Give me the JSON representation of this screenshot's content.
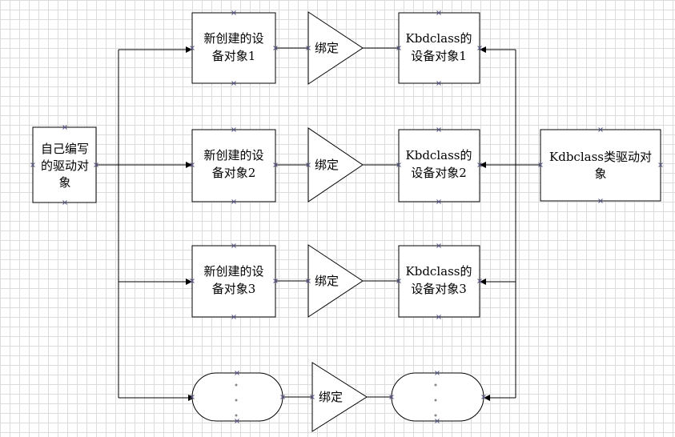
{
  "diagram": {
    "source_object": {
      "lines": [
        "自己编写",
        "的驱动对",
        "象"
      ]
    },
    "new_devices": [
      {
        "lines": [
          "新创建的设",
          "备对象1"
        ]
      },
      {
        "lines": [
          "新创建的设",
          "备对象2"
        ]
      },
      {
        "lines": [
          "新创建的设",
          "备对象3"
        ]
      }
    ],
    "bind_labels": [
      "绑定",
      "绑定",
      "绑定",
      "绑定"
    ],
    "kbd_devices": [
      {
        "lines": [
          "Kbdclass的",
          "设备对象1"
        ]
      },
      {
        "lines": [
          "Kbdclass的",
          "设备对象2"
        ]
      },
      {
        "lines": [
          "Kbdclass的",
          "设备对象3"
        ]
      }
    ],
    "kbd_driver": {
      "lines": [
        "Kdbclass类驱动对",
        "象"
      ]
    }
  }
}
